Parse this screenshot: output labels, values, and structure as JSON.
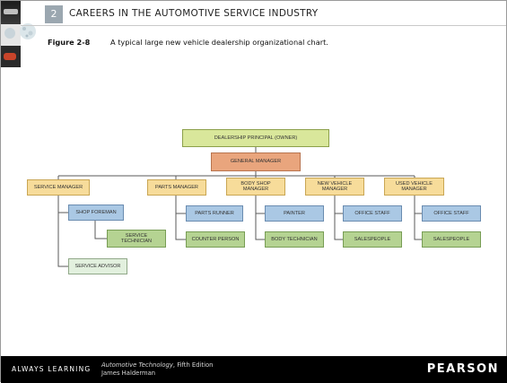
{
  "header": {
    "chapter_number": "2",
    "title": "CAREERS IN THE AUTOMOTIVE SERVICE INDUSTRY"
  },
  "figure": {
    "label": "Figure 2-8",
    "caption": "A typical large new vehicle dealership organizational chart."
  },
  "org_chart": {
    "principal": "DEALERSHIP PRINCIPAL (OWNER)",
    "general_manager": "GENERAL MANAGER",
    "departments": [
      {
        "manager": "SERVICE MANAGER",
        "staff": [
          "SHOP FOREMAN",
          "SERVICE TECHNICIAN",
          "SERVICE ADVISOR"
        ]
      },
      {
        "manager": "PARTS MANAGER",
        "staff": [
          "PARTS RUNNER",
          "COUNTER PERSON"
        ]
      },
      {
        "manager": "BODY SHOP MANAGER",
        "staff": [
          "PAINTER",
          "BODY TECHNICIAN"
        ]
      },
      {
        "manager": "NEW VEHICLE MANAGER",
        "staff": [
          "OFFICE STAFF",
          "SALESPEOPLE"
        ]
      },
      {
        "manager": "USED VEHICLE MANAGER",
        "staff": [
          "OFFICE STAFF",
          "SALESPEOPLE"
        ]
      }
    ],
    "colors": {
      "top": "#d9e79b",
      "general_manager": "#e9a57d",
      "managers": "#f7dc9a",
      "staff_blue": "#aac8e4",
      "staff_green": "#b5d392",
      "advisor": "#e2f0de"
    }
  },
  "footer": {
    "left": "ALWAYS LEARNING",
    "book_title": "Automotive Technology",
    "book_edition": ", Fifth Edition",
    "author": "James Halderman",
    "brand": "PEARSON"
  }
}
